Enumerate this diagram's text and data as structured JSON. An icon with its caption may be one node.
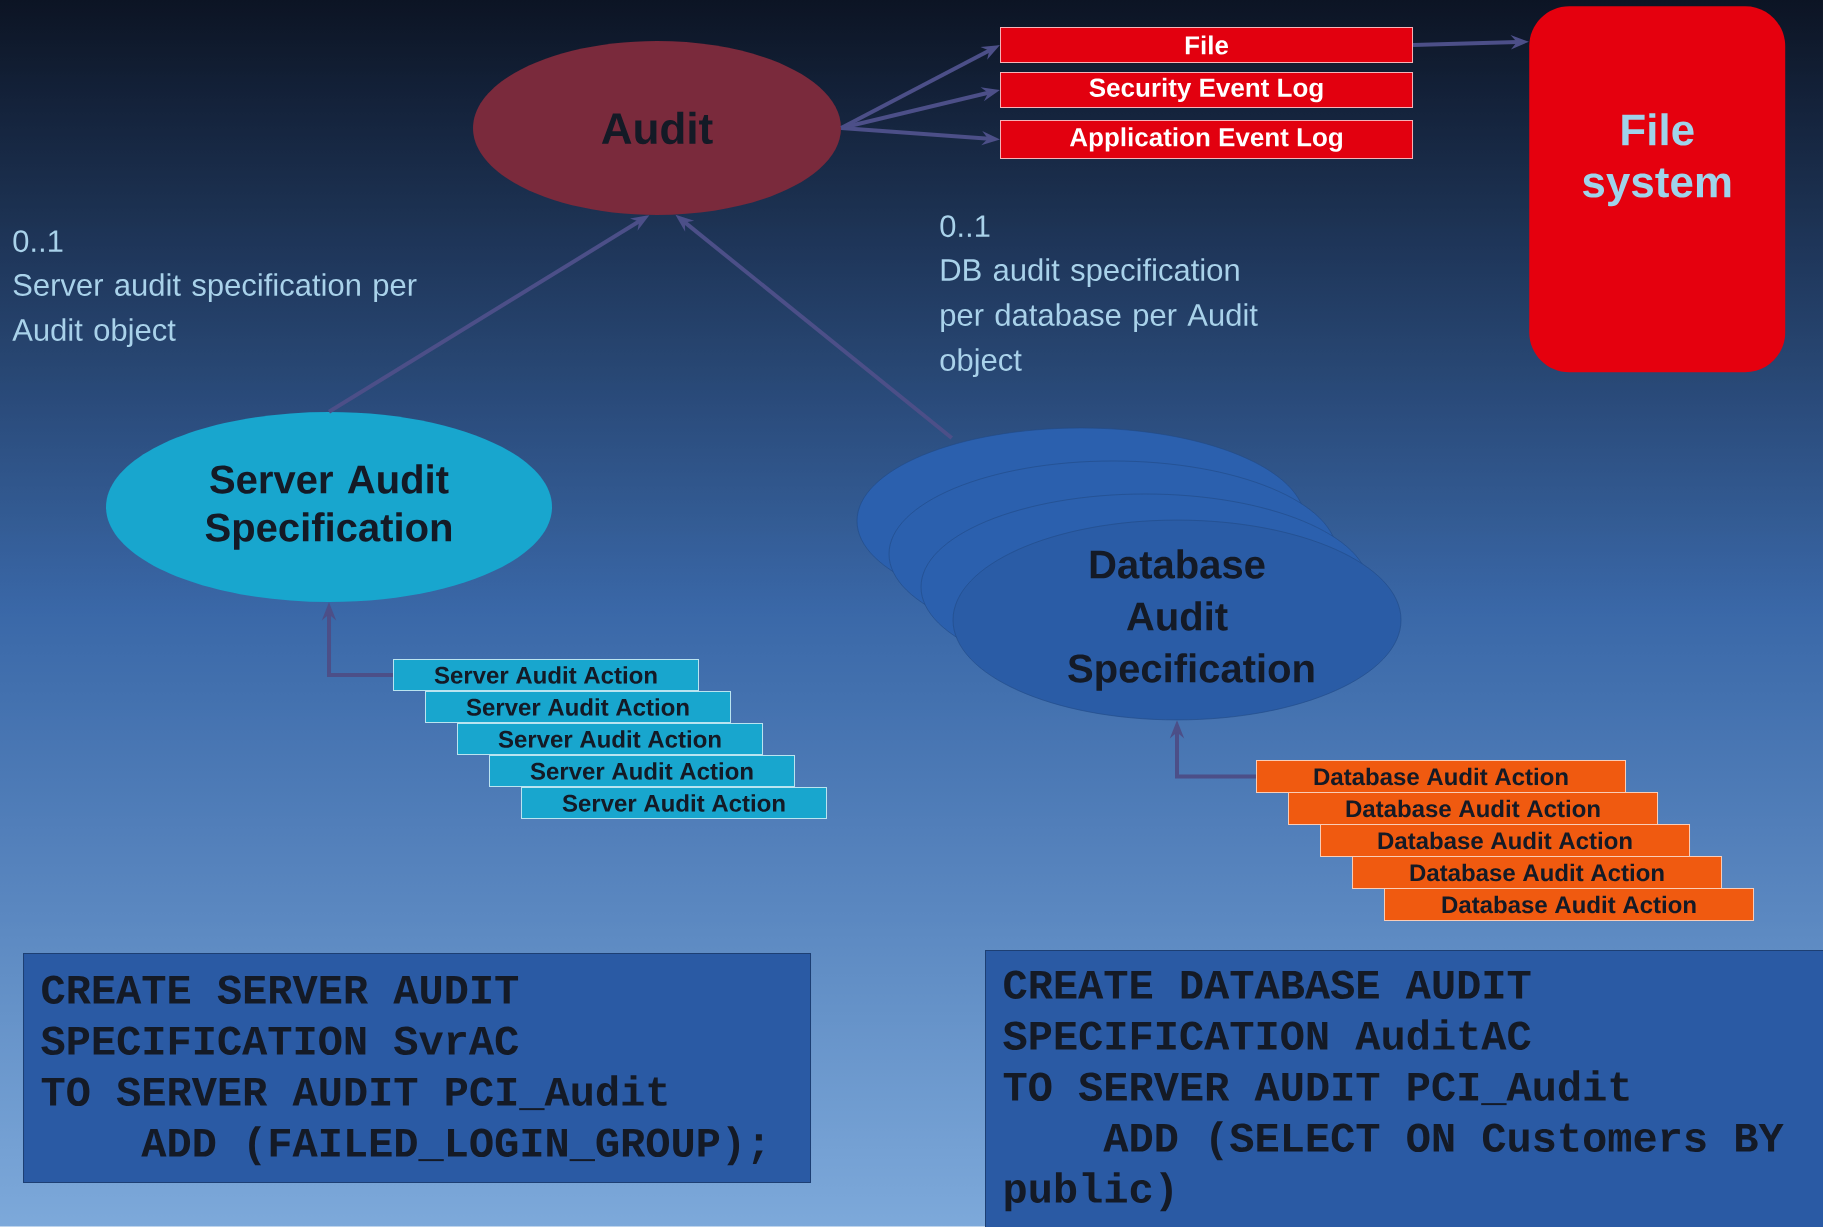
{
  "diagram": {
    "nodes": [
      {
        "text": [
          "Audit"
        ]
      },
      {
        "text": [
          "File"
        ]
      },
      {
        "text": [
          "Security Event Log"
        ]
      },
      {
        "text": [
          "Application Event Log"
        ]
      },
      {
        "text": [
          "File system"
        ]
      },
      {
        "text": [
          "Server Audit Specification"
        ]
      },
      {
        "text": [
          "Database Audit Specification"
        ]
      },
      {
        "text": [
          "Server Audit Action"
        ]
      },
      {
        "text": [
          "Server Audit Action"
        ]
      },
      {
        "text": [
          "Server Audit Action"
        ]
      },
      {
        "text": [
          "Server Audit Action"
        ]
      },
      {
        "text": [
          "Server Audit Action"
        ]
      },
      {
        "text": [
          "Database Audit Action"
        ]
      },
      {
        "text": [
          "Database Audit Action"
        ]
      },
      {
        "text": [
          "Database Audit Action"
        ]
      },
      {
        "text": [
          "Database Audit Action"
        ]
      },
      {
        "text": [
          "Database Audit Action"
        ]
      },
      {
        "text": [
          "CREATE SERVER AUDIT SPECIFICATION SvrAC",
          "TO SERVER AUDIT PCI_Audit",
          "ADD (FAILED_LOGIN_GROUP);"
        ]
      },
      {
        "text": [
          "CREATE DATABASE AUDIT SPECIFICATION AuditAC",
          "TO SERVER AUDIT PCI_Audit",
          "ADD (SELECT ON Customers BY public)"
        ]
      }
    ],
    "edges": [
      {
        "from": 0,
        "to": 1,
        "arrow": "to"
      },
      {
        "from": 0,
        "to": 2,
        "arrow": "to"
      },
      {
        "from": 0,
        "to": 3,
        "arrow": "to"
      },
      {
        "from": 1,
        "to": 4,
        "arrow": "to"
      },
      {
        "from": 5,
        "to": 0,
        "arrow": "to"
      },
      {
        "from": 6,
        "to": 0,
        "arrow": "to"
      },
      {
        "from": 7,
        "to": 5,
        "arrow": "to"
      },
      {
        "from": 12,
        "to": 6,
        "arrow": "to"
      }
    ],
    "labels": [
      "0..1",
      "Server audit specification per Audit object",
      "0..1",
      "DB audit specification per database per Audit object"
    ]
  }
}
